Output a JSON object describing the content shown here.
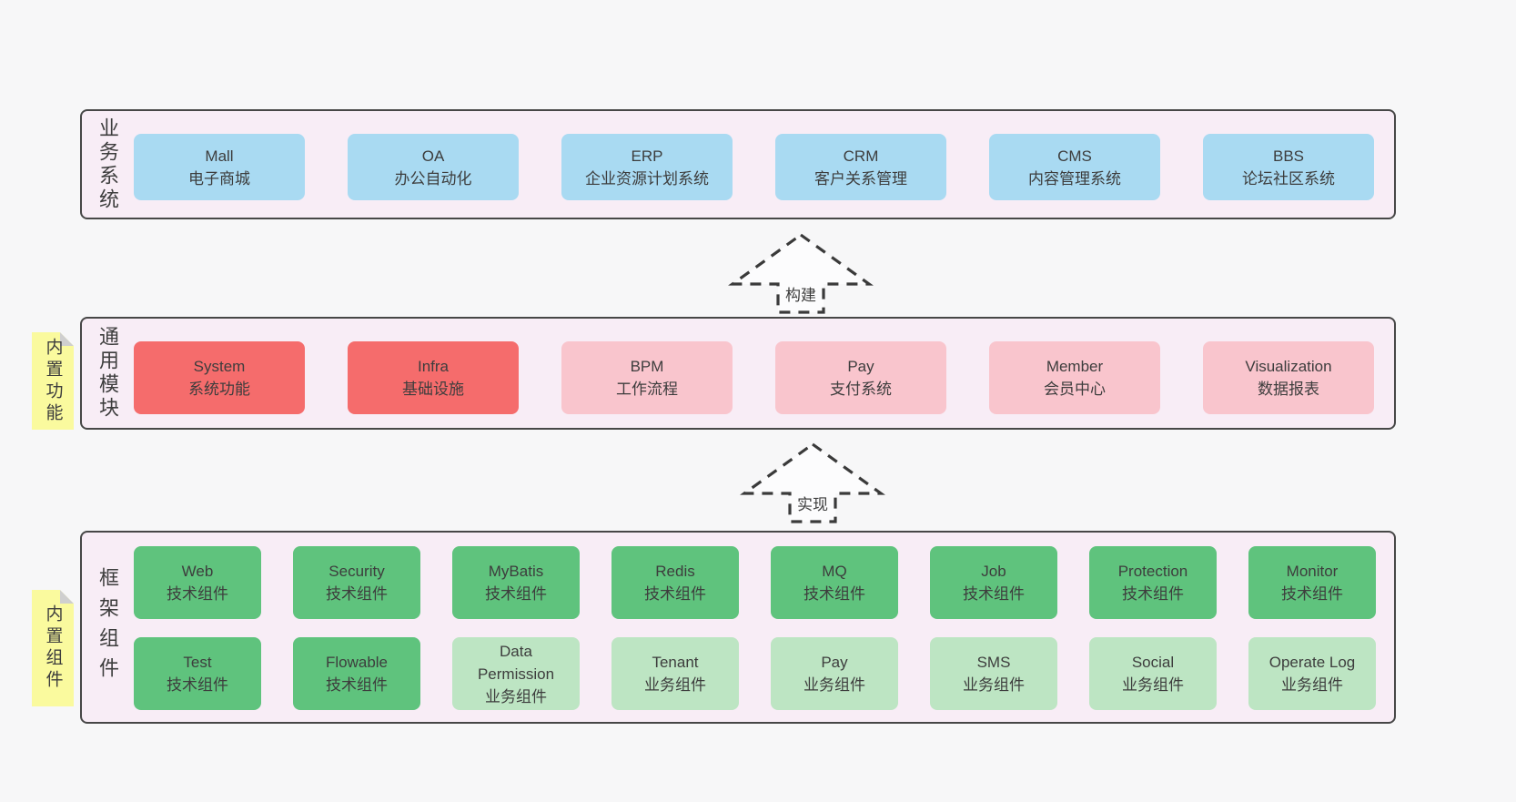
{
  "colors": {
    "page_bg": "#f7f7f8",
    "container_bg": "#f8edf6",
    "container_border": "#474747",
    "text": "#3d3d3d",
    "blue": "#a9daf2",
    "red": "#f56c6c",
    "pink": "#f9c5cd",
    "green": "#5fc37d",
    "lightgreen": "#bde5c3",
    "sticky_yellow": "#fafa9e",
    "sticky_fold_gray": "#cfcfcf"
  },
  "layers": [
    {
      "id": "business",
      "side_label": "业务系统",
      "sticky_note": null,
      "rows": [
        [
          {
            "name": "Mall",
            "desc": "电子商城",
            "color": "blue"
          },
          {
            "name": "OA",
            "desc": "办公自动化",
            "color": "blue"
          },
          {
            "name": "ERP",
            "desc": "企业资源计划系统",
            "color": "blue"
          },
          {
            "name": "CRM",
            "desc": "客户关系管理",
            "color": "blue"
          },
          {
            "name": "CMS",
            "desc": "内容管理系统",
            "color": "blue"
          },
          {
            "name": "BBS",
            "desc": "论坛社区系统",
            "color": "blue"
          }
        ]
      ]
    },
    {
      "id": "modules",
      "side_label": "通用模块",
      "sticky_note": "内置功能",
      "rows": [
        [
          {
            "name": "System",
            "desc": "系统功能",
            "color": "red"
          },
          {
            "name": "Infra",
            "desc": "基础设施",
            "color": "red"
          },
          {
            "name": "BPM",
            "desc": "工作流程",
            "color": "pink"
          },
          {
            "name": "Pay",
            "desc": "支付系统",
            "color": "pink"
          },
          {
            "name": "Member",
            "desc": "会员中心",
            "color": "pink"
          },
          {
            "name": "Visualization",
            "desc": "数据报表",
            "color": "pink"
          }
        ]
      ]
    },
    {
      "id": "components",
      "side_label": "框架组件",
      "sticky_note": "内置组件",
      "rows": [
        [
          {
            "name": "Web",
            "desc": "技术组件",
            "color": "green"
          },
          {
            "name": "Security",
            "desc": "技术组件",
            "color": "green"
          },
          {
            "name": "MyBatis",
            "desc": "技术组件",
            "color": "green"
          },
          {
            "name": "Redis",
            "desc": "技术组件",
            "color": "green"
          },
          {
            "name": "MQ",
            "desc": "技术组件",
            "color": "green"
          },
          {
            "name": "Job",
            "desc": "技术组件",
            "color": "green"
          },
          {
            "name": "Protection",
            "desc": "技术组件",
            "color": "green"
          },
          {
            "name": "Monitor",
            "desc": "技术组件",
            "color": "green"
          }
        ],
        [
          {
            "name": "Test",
            "desc": "技术组件",
            "color": "green"
          },
          {
            "name": "Flowable",
            "desc": "技术组件",
            "color": "green"
          },
          {
            "name": "Data Permission",
            "desc": "业务组件",
            "color": "lightgreen"
          },
          {
            "name": "Tenant",
            "desc": "业务组件",
            "color": "lightgreen"
          },
          {
            "name": "Pay",
            "desc": "业务组件",
            "color": "lightgreen"
          },
          {
            "name": "SMS",
            "desc": "业务组件",
            "color": "lightgreen"
          },
          {
            "name": "Social",
            "desc": "业务组件",
            "color": "lightgreen"
          },
          {
            "name": "Operate Log",
            "desc": "业务组件",
            "color": "lightgreen"
          }
        ]
      ]
    }
  ],
  "arrows": [
    {
      "label": "构建"
    },
    {
      "label": "实现"
    }
  ]
}
